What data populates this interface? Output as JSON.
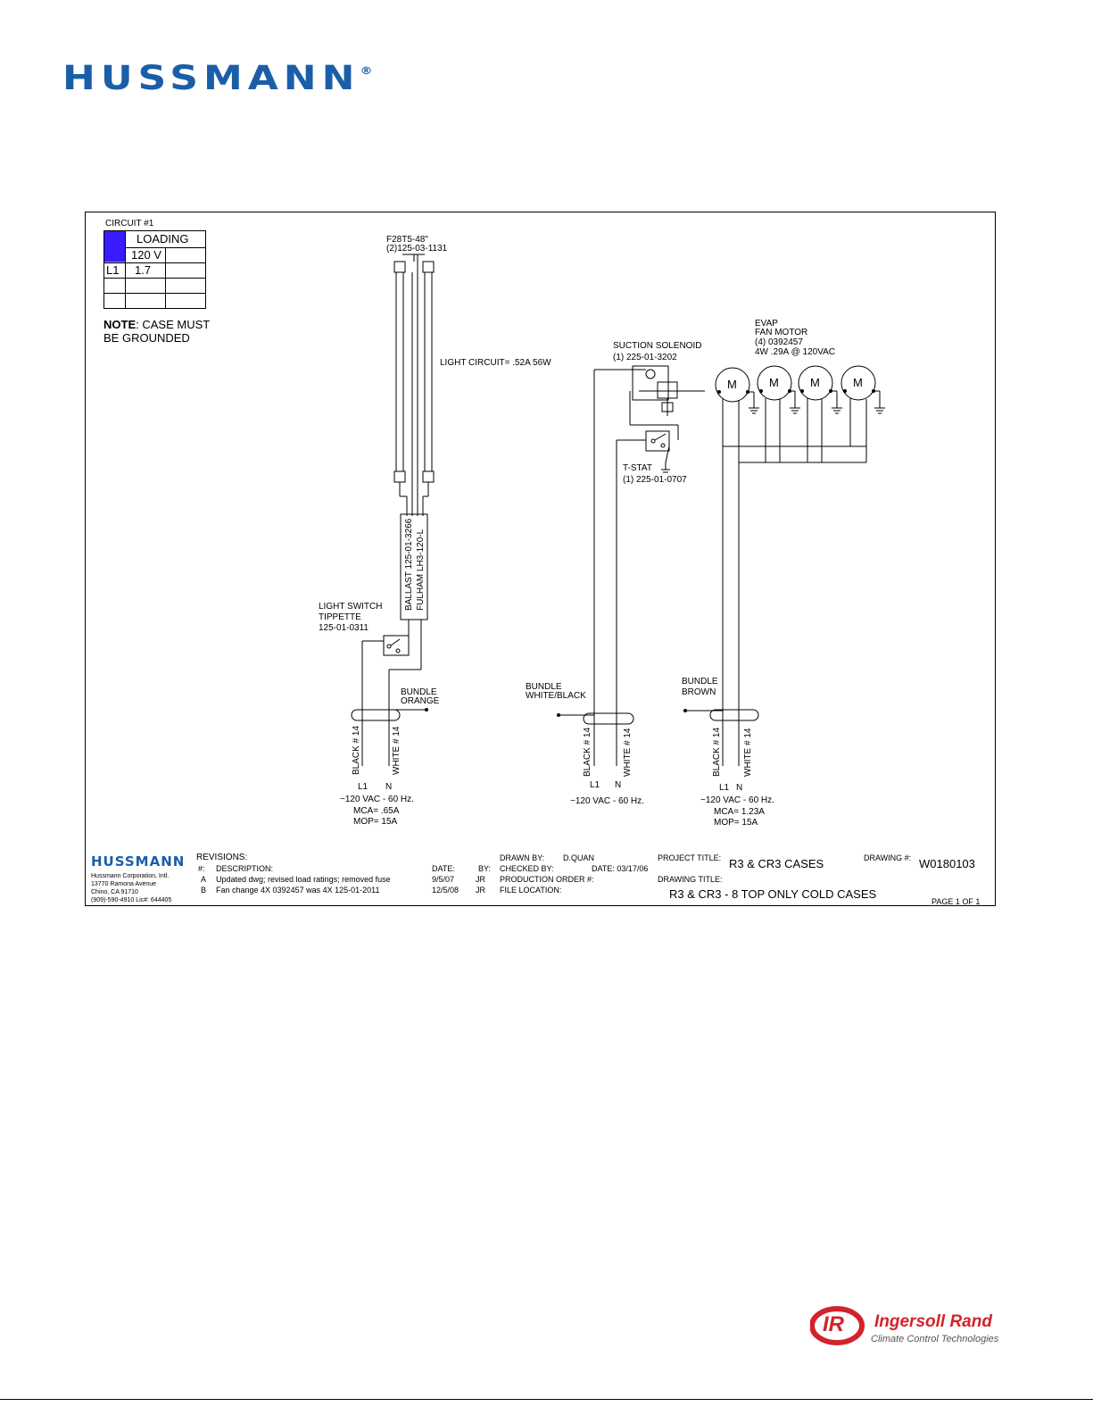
{
  "header": {
    "brand": "HUSSMANN",
    "reg": "®"
  },
  "loading_table": {
    "caption": "CIRCUIT #1",
    "header": "LOADING",
    "voltage": "120 V",
    "row_label": "L1",
    "row_value": "1.7",
    "accent": "#3a1bff"
  },
  "note": {
    "bold": "NOTE",
    "line1": ": CASE MUST",
    "line2": "BE GROUNDED"
  },
  "lamps": {
    "line1": "F28T5-48\"",
    "line2": "(2)125-03-1131"
  },
  "light_circuit": "LIGHT CIRCUIT= .52A 56W",
  "ballast": {
    "line1": "BALLAST 125-01-3266",
    "line2": "FULHAM LH3-120-L"
  },
  "light_switch": {
    "line1": "LIGHT SWITCH",
    "line2": "TIPPETTE",
    "line3": "125-01-0311"
  },
  "suction_solenoid": {
    "line1": "SUCTION SOLENOID",
    "line2": "(1) 225-01-3202"
  },
  "tstat": {
    "line1": "T-STAT",
    "line2": "(1) 225-01-0707"
  },
  "evap": {
    "line1": "EVAP",
    "line2": "FAN MOTOR",
    "line3": "(4) 0392457",
    "line4": "4W .29A @ 120VAC",
    "motor_label": "M"
  },
  "bundles": {
    "orange": {
      "line1": "BUNDLE",
      "line2": "ORANGE"
    },
    "white_black": {
      "line1": "BUNDLE",
      "line2": "WHITE/BLACK"
    },
    "brown": {
      "line1": "BUNDLE",
      "line2": "BROWN"
    }
  },
  "wires": {
    "black": "BLACK # 14",
    "white": "WHITE # 14",
    "l1": "L1",
    "n": "N"
  },
  "supply": {
    "left": {
      "line1": "~120 VAC - 60 Hz.",
      "line2": "MCA= .65A",
      "line3": "MOP= 15A"
    },
    "middle": {
      "line1": "~120 VAC - 60 Hz."
    },
    "right": {
      "line1": "~120 VAC - 60 Hz.",
      "line2": "MCA= 1.23A",
      "line3": "MOP= 15A"
    }
  },
  "title_block": {
    "brand": "HUSSMANN",
    "address": [
      "Hussmann Corporation, Intl.",
      "13770 Ramona Avenue",
      "Chino, CA 91710",
      "(909)-590-4910     Lic#: 644405"
    ],
    "revisions_label": "REVISIONS:",
    "col_num": "#:",
    "col_desc": "DESCRIPTION:",
    "col_date": "DATE:",
    "col_by": "BY:",
    "revisions": [
      {
        "num": "A",
        "desc": "Updated dwg; revised load ratings; removed fuse",
        "date": "9/5/07",
        "by": "JR"
      },
      {
        "num": "B",
        "desc": "Fan change 4X 0392457 was 4X 125-01-2011",
        "date": "12/5/08",
        "by": "JR"
      }
    ],
    "drawn_by_label": "DRAWN BY:",
    "drawn_by": "D.QUAN",
    "checked_by_label": "CHECKED BY:",
    "date_label": "DATE: 03/17/06",
    "production_order_label": "PRODUCTION ORDER #:",
    "file_location_label": "FILE LOCATION:",
    "project_title_label": "PROJECT TITLE:",
    "project_title": "R3 & CR3 CASES",
    "drawing_num_label": "DRAWING #:",
    "drawing_num": "W0180103",
    "drawing_title_label": "DRAWING TITLE:",
    "drawing_title": "R3 & CR3 - 8 TOP ONLY COLD CASES",
    "page": "PAGE 1 OF 1"
  },
  "footer": {
    "ir_mark": "IR",
    "ir_name": "Ingersoll Rand",
    "ir_tagline": "Climate Control Technologies",
    "ir_color": "#d2232a"
  }
}
